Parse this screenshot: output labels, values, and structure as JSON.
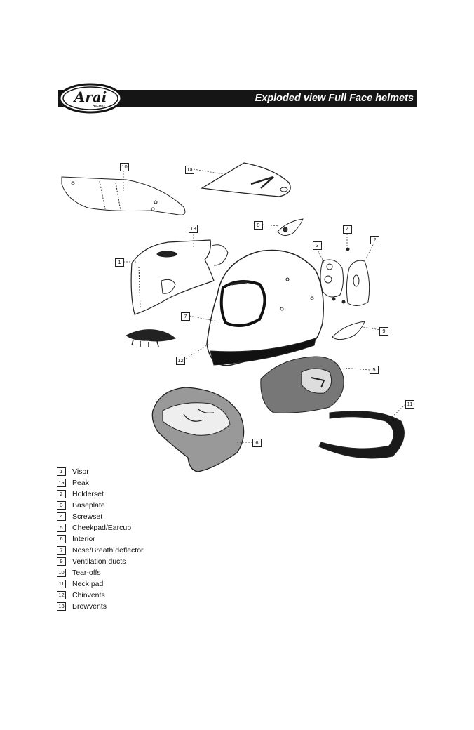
{
  "header": {
    "logo_text": "Arai",
    "logo_subtext": "HELMET",
    "title": "Exploded view Full Face helmets"
  },
  "callouts": {
    "c10": "10",
    "c1a": "1a",
    "c13": "13",
    "c9a": "9",
    "c4": "4",
    "c3": "3",
    "c2": "2",
    "c1": "1",
    "c7": "7",
    "c9b": "9",
    "c12": "12",
    "c5": "5",
    "c11": "11",
    "c6": "6"
  },
  "legend": [
    {
      "num": "1",
      "label": "Visor"
    },
    {
      "num": "1a",
      "label": "Peak"
    },
    {
      "num": "2",
      "label": "Holderset"
    },
    {
      "num": "3",
      "label": "Baseplate"
    },
    {
      "num": "4",
      "label": "Screwset"
    },
    {
      "num": "5",
      "label": "Cheekpad/Earcup"
    },
    {
      "num": "6",
      "label": "Interior"
    },
    {
      "num": "7",
      "label": "Nose/Breath deflector"
    },
    {
      "num": "9",
      "label": "Ventilation ducts"
    },
    {
      "num": "10",
      "label": "Tear-offs"
    },
    {
      "num": "11",
      "label": "Neck pad"
    },
    {
      "num": "12",
      "label": "Chinvents"
    },
    {
      "num": "13",
      "label": "Browvents"
    }
  ]
}
